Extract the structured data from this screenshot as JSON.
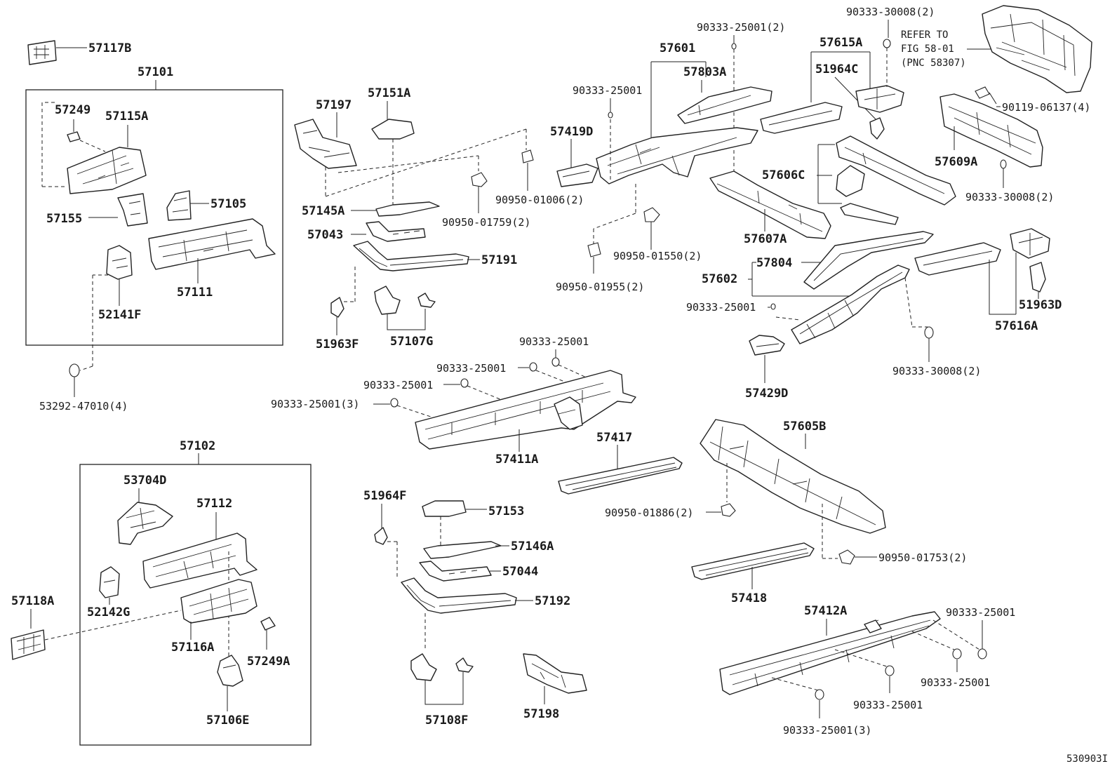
{
  "labels": {
    "p57117B": "57117B",
    "p57101": "57101",
    "p57249": "57249",
    "p57115A": "57115A",
    "p57155": "57155",
    "p57105": "57105",
    "p57111": "57111",
    "p52141F": "52141F",
    "p53292": "53292-47010(4)",
    "p57197": "57197",
    "p57151A": "57151A",
    "p57145A": "57145A",
    "p57043": "57043",
    "p57191": "57191",
    "p51963F": "51963F",
    "p57107G": "57107G",
    "p90950_01006": "90950-01006(2)",
    "p90950_01759": "90950-01759(2)",
    "p57601": "57601",
    "p90333_25001_2_top": "90333-25001(2)",
    "p57803A": "57803A",
    "p90333_25001_a": "90333-25001",
    "p57419D": "57419D",
    "p90950_01550": "90950-01550(2)",
    "p90950_01955": "90950-01955(2)",
    "p57615A": "57615A",
    "p51964C": "51964C",
    "p90333_30008_2_top": "90333-30008(2)",
    "refer1": "REFER TO",
    "refer2": "FIG 58-01",
    "refer3": "(PNC 58307)",
    "p90119": "90119-06137(4)",
    "p57609A": "57609A",
    "p90333_30008_2_mid": "90333-30008(2)",
    "p57606C": "57606C",
    "p57607A": "57607A",
    "p57804": "57804",
    "p57602": "57602",
    "p90333_25001_b": "90333-25001",
    "p57616A": "57616A",
    "p51963D": "51963D",
    "p90333_30008_2_low": "90333-30008(2)",
    "p57429D": "57429D",
    "p90333_25001_c": "90333-25001",
    "p90333_25001_d": "90333-25001",
    "p90333_25001_e": "90333-25001",
    "p90333_25001_3a": "90333-25001(3)",
    "p57411A": "57411A",
    "p57417": "57417",
    "p57605B": "57605B",
    "p90950_01886": "90950-01886(2)",
    "p90950_01753": "90950-01753(2)",
    "p57418": "57418",
    "p57412A": "57412A",
    "p90333_25001_f": "90333-25001",
    "p90333_25001_g": "90333-25001",
    "p90333_25001_h": "90333-25001",
    "p90333_25001_3b": "90333-25001(3)",
    "p57102": "57102",
    "p53704D": "53704D",
    "p57112": "57112",
    "p52142G": "52142G",
    "p57116A": "57116A",
    "p57249A": "57249A",
    "p57106E": "57106E",
    "p57118A": "57118A",
    "p51964F": "51964F",
    "p57153": "57153",
    "p57146A": "57146A",
    "p57044": "57044",
    "p57192": "57192",
    "p57108F": "57108F",
    "p57198": "57198",
    "figno": "530903I"
  }
}
